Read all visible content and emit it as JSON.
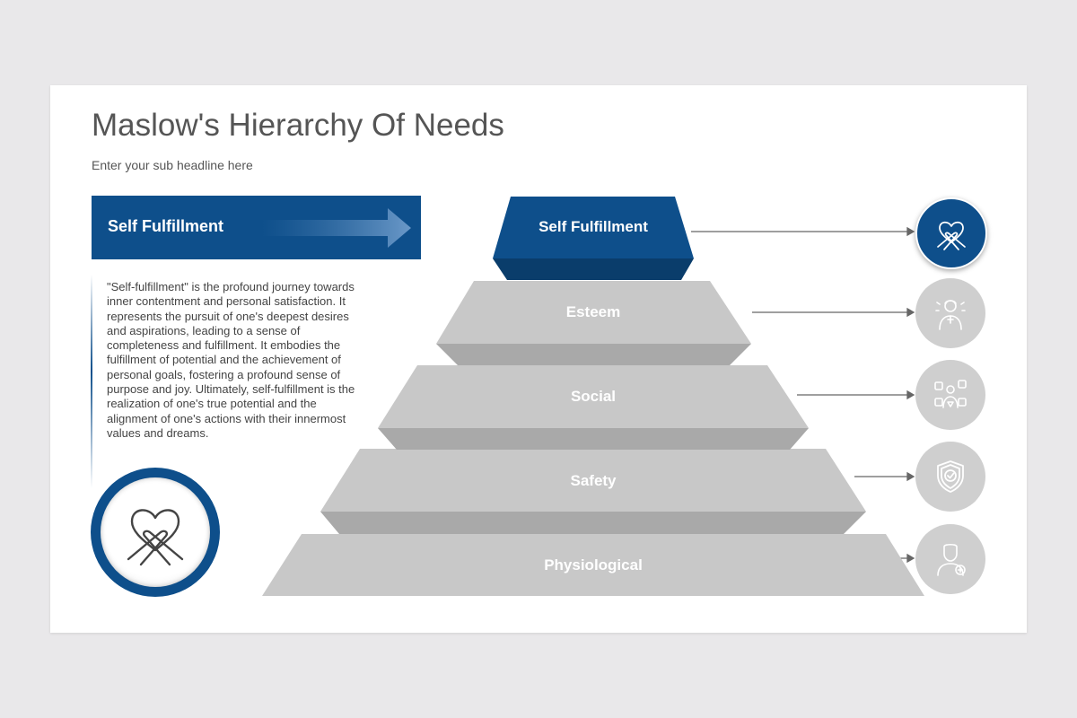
{
  "title": "Maslow's Hierarchy Of Needs",
  "subtitle": "Enter your sub headline here",
  "highlight": {
    "label": "Self Fulfillment",
    "description": "\"Self-fulfillment\" is the profound journey towards inner contentment and personal satisfaction. It represents the pursuit of one's deepest desires and aspirations, leading to a sense of completeness and fulfillment. It embodies the fulfillment of potential and the achievement of personal goals, fostering a profound sense of purpose and joy. Ultimately, self-fulfillment is the realization of one's true potential and the alignment of one's actions with their innermost values and dreams.",
    "badge_icon": "heart-hug-icon"
  },
  "levels": [
    {
      "label": "Self Fulfillment",
      "icon": "heart-hug-icon",
      "active": true
    },
    {
      "label": "Esteem",
      "icon": "confident-person-icon",
      "active": false
    },
    {
      "label": "Social",
      "icon": "social-media-icon",
      "active": false
    },
    {
      "label": "Safety",
      "icon": "shield-check-icon",
      "active": false
    },
    {
      "label": "Physiological",
      "icon": "health-person-icon",
      "active": false
    }
  ],
  "colors": {
    "accent": "#0e4f8b",
    "accent_dark": "#0a3d6b",
    "level_face": "#c8c8c8",
    "level_side": "#a9a9a9",
    "inactive_circle": "#cfcfcf",
    "background": "#e9e8ea"
  }
}
